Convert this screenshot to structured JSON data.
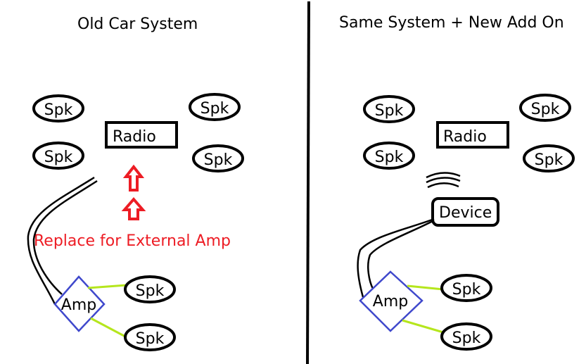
{
  "colors": {
    "stroke": "#000000",
    "amp": "#3f48cc",
    "speaker_wire": "#b5e61d",
    "callout": "#ed1c24",
    "background": "#ffffff"
  },
  "left_panel": {
    "title": "Old Car System",
    "radio": "Radio",
    "speakers": [
      "Spk",
      "Spk",
      "Spk",
      "Spk"
    ],
    "amp": "Amp",
    "amp_speakers": [
      "Spk",
      "Spk"
    ],
    "callout": "Replace for External  Amp",
    "arrow_icon": "up-arrow"
  },
  "right_panel": {
    "title": "Same System + New Add On",
    "radio": "Radio",
    "speakers": [
      "Spk",
      "Spk",
      "Spk",
      "Spk"
    ],
    "device": "Device",
    "wireless_icon": "wireless-signal",
    "amp": "Amp",
    "amp_speakers": [
      "Spk",
      "Spk"
    ]
  }
}
